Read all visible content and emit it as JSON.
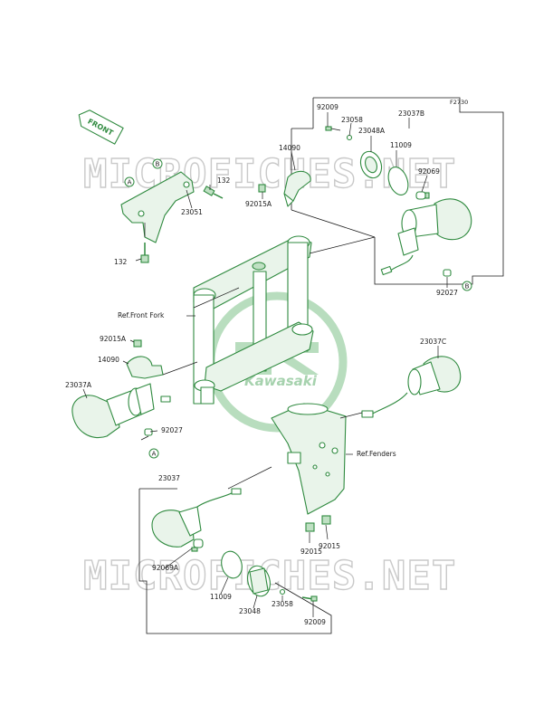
{
  "figure_code": "F2730",
  "watermark_text": "MICROFICHES.NET",
  "logo_text": "Kawasaki",
  "front_tag": "FRONT",
  "callouts": {
    "a": "A",
    "b": "B"
  },
  "labels": {
    "p92009_top": "92009",
    "p23058_top": "23058",
    "p23037b": "23037B",
    "p23048a": "23048A",
    "p11009_top": "11009",
    "p14090_top": "14090",
    "p92069": "92069",
    "p132_top": "132",
    "p92015a_top": "92015A",
    "p23051": "23051",
    "p132_bottom": "132",
    "p92027_right": "92027",
    "ref_front_fork": "Ref.Front Fork",
    "p92015a_left": "92015A",
    "p14090_left": "14090",
    "p23037a": "23037A",
    "p23037c": "23037C",
    "p92027_left": "92027",
    "ref_fenders": "Ref.Fenders",
    "p23037": "23037",
    "p92069a": "92069A",
    "p92015_left": "92015",
    "p92015_right": "92015",
    "p11009_bottom": "11009",
    "p23058_bottom": "23058",
    "p23048": "23048",
    "p92009_bottom": "92009"
  },
  "colors": {
    "line_art": "#2f8a3f",
    "text": "#1a1a1a",
    "watermark": "#c9c9c9"
  }
}
